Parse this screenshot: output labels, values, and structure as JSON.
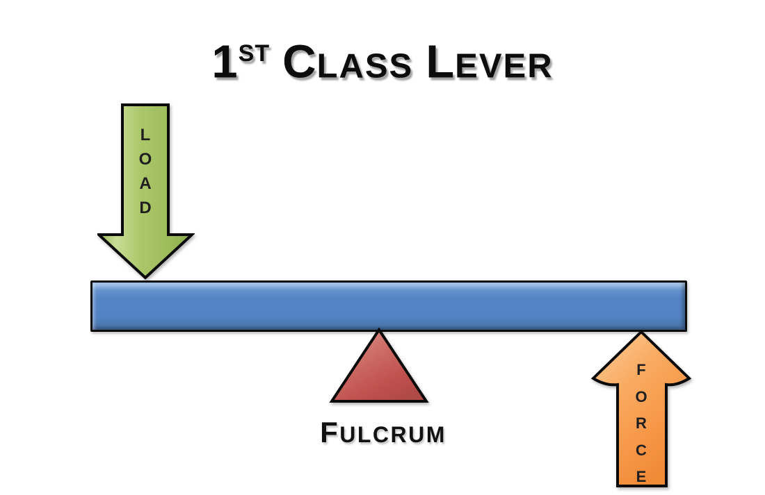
{
  "title": {
    "number": "1",
    "ordinal": "ST",
    "word1_initial": "C",
    "word1_rest": "LASS",
    "word2_initial": "L",
    "word2_rest": "EVER"
  },
  "load": {
    "letters": [
      "L",
      "O",
      "A",
      "D"
    ],
    "color": "#9bbb59"
  },
  "beam": {
    "color": "#5585c4"
  },
  "fulcrum": {
    "initial": "F",
    "rest": "ULCRUM",
    "color": "#c0504d"
  },
  "force": {
    "letters": [
      "F",
      "O",
      "R",
      "C",
      "E"
    ],
    "color": "#f79646"
  }
}
